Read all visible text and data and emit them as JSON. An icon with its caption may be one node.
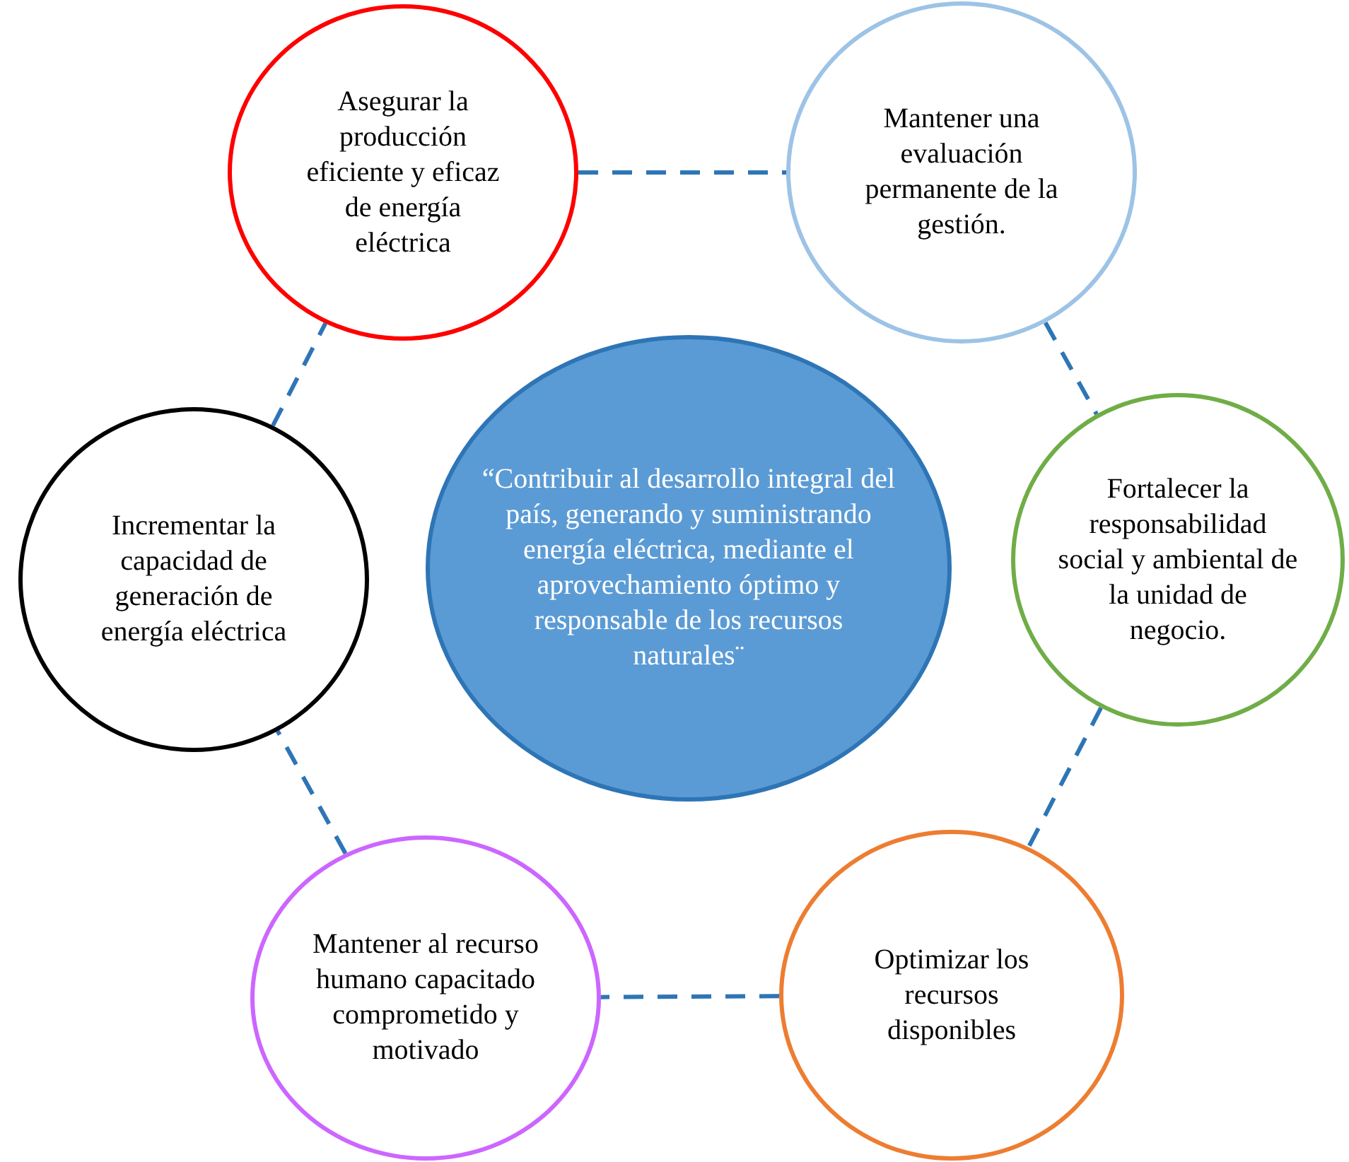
{
  "diagram": {
    "nodes": [
      {
        "text": [
          "Asegurar la producción eficiente y eficaz de energía eléctrica"
        ]
      },
      {
        "text": [
          "Mantener una evaluación permanente de la gestión."
        ]
      },
      {
        "text": [
          "Fortalecer la responsabilidad social y ambiental de la unidad de negocio."
        ]
      },
      {
        "text": [
          "Incrementar la capacidad de generación de energía eléctrica"
        ]
      },
      {
        "text": [
          "“Contribuir al desarrollo integral del país, generando y suministrando energía eléctrica, mediante el aprovechamiento óptimo y responsable de los recursos naturales¨"
        ]
      },
      {
        "text": [
          "Mantener al recurso humano capacitado comprometido y motivado"
        ]
      },
      {
        "text": [
          "Optimizar los recursos disponibles"
        ]
      }
    ],
    "edges": [
      {
        "from": 0,
        "to": 1,
        "arrow": "none",
        "style": "dashed"
      },
      {
        "from": 1,
        "to": 2,
        "arrow": "none",
        "style": "dashed"
      },
      {
        "from": 2,
        "to": 6,
        "arrow": "none",
        "style": "dashed"
      },
      {
        "from": 6,
        "to": 5,
        "arrow": "none",
        "style": "dashed"
      },
      {
        "from": 5,
        "to": 3,
        "arrow": "none",
        "style": "dashed"
      },
      {
        "from": 3,
        "to": 0,
        "arrow": "none",
        "style": "dashed"
      }
    ]
  }
}
